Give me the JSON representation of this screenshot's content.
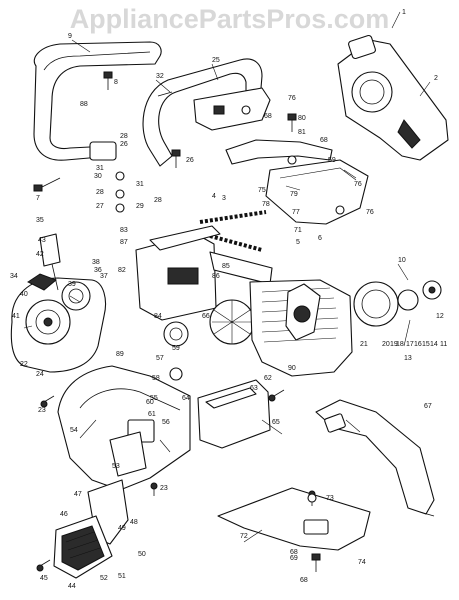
{
  "watermark": "AppliancePartsPros.com",
  "callouts": [
    {
      "id": "c1",
      "text": "1"
    },
    {
      "id": "c2",
      "text": "2"
    },
    {
      "id": "c3",
      "text": "3"
    },
    {
      "id": "c4",
      "text": "4"
    },
    {
      "id": "c5",
      "text": "5"
    },
    {
      "id": "c6",
      "text": "6"
    },
    {
      "id": "c7",
      "text": "7"
    },
    {
      "id": "c8",
      "text": "8"
    },
    {
      "id": "c9",
      "text": "9"
    },
    {
      "id": "c10",
      "text": "10"
    },
    {
      "id": "c11",
      "text": "11"
    },
    {
      "id": "c12",
      "text": "12"
    },
    {
      "id": "c13",
      "text": "13"
    },
    {
      "id": "c14",
      "text": "14"
    },
    {
      "id": "c15",
      "text": "15"
    },
    {
      "id": "c16",
      "text": "16"
    },
    {
      "id": "c17",
      "text": "17"
    },
    {
      "id": "c18",
      "text": "18"
    },
    {
      "id": "c19",
      "text": "19"
    },
    {
      "id": "c20",
      "text": "20"
    },
    {
      "id": "c21",
      "text": "21"
    },
    {
      "id": "c22",
      "text": "22"
    },
    {
      "id": "c23a",
      "text": "23"
    },
    {
      "id": "c23b",
      "text": "23"
    },
    {
      "id": "c24",
      "text": "24"
    },
    {
      "id": "c25",
      "text": "25"
    },
    {
      "id": "c26a",
      "text": "26"
    },
    {
      "id": "c26b",
      "text": "26"
    },
    {
      "id": "c27",
      "text": "27"
    },
    {
      "id": "c28a",
      "text": "28"
    },
    {
      "id": "c28b",
      "text": "28"
    },
    {
      "id": "c28c",
      "text": "28"
    },
    {
      "id": "c29",
      "text": "29"
    },
    {
      "id": "c30",
      "text": "30"
    },
    {
      "id": "c31a",
      "text": "31"
    },
    {
      "id": "c31b",
      "text": "31"
    },
    {
      "id": "c32",
      "text": "32"
    },
    {
      "id": "c34",
      "text": "34"
    },
    {
      "id": "c35",
      "text": "35"
    },
    {
      "id": "c36",
      "text": "36"
    },
    {
      "id": "c37",
      "text": "37"
    },
    {
      "id": "c38",
      "text": "38"
    },
    {
      "id": "c39",
      "text": "39"
    },
    {
      "id": "c40",
      "text": "40"
    },
    {
      "id": "c41",
      "text": "41"
    },
    {
      "id": "c42",
      "text": "42"
    },
    {
      "id": "c43",
      "text": "43"
    },
    {
      "id": "c44",
      "text": "44"
    },
    {
      "id": "c45",
      "text": "45"
    },
    {
      "id": "c46",
      "text": "46"
    },
    {
      "id": "c47",
      "text": "47"
    },
    {
      "id": "c48",
      "text": "48"
    },
    {
      "id": "c49",
      "text": "49"
    },
    {
      "id": "c50",
      "text": "50"
    },
    {
      "id": "c51",
      "text": "51"
    },
    {
      "id": "c52",
      "text": "52"
    },
    {
      "id": "c53",
      "text": "53"
    },
    {
      "id": "c54",
      "text": "54"
    },
    {
      "id": "c55",
      "text": "55"
    },
    {
      "id": "c56",
      "text": "56"
    },
    {
      "id": "c57",
      "text": "57"
    },
    {
      "id": "c58",
      "text": "58"
    },
    {
      "id": "c59a",
      "text": "59"
    },
    {
      "id": "c59b",
      "text": "59"
    },
    {
      "id": "c60",
      "text": "60"
    },
    {
      "id": "c61",
      "text": "61"
    },
    {
      "id": "c62",
      "text": "62"
    },
    {
      "id": "c63",
      "text": "63"
    },
    {
      "id": "c64",
      "text": "64"
    },
    {
      "id": "c65",
      "text": "65"
    },
    {
      "id": "c66",
      "text": "66"
    },
    {
      "id": "c67",
      "text": "67"
    },
    {
      "id": "c68a",
      "text": "68"
    },
    {
      "id": "c68b",
      "text": "68"
    },
    {
      "id": "c68c",
      "text": "68"
    },
    {
      "id": "c68d",
      "text": "68"
    },
    {
      "id": "c69",
      "text": "69"
    },
    {
      "id": "c71",
      "text": "71"
    },
    {
      "id": "c72",
      "text": "72"
    },
    {
      "id": "c73",
      "text": "73"
    },
    {
      "id": "c74",
      "text": "74"
    },
    {
      "id": "c75",
      "text": "75"
    },
    {
      "id": "c76a",
      "text": "76"
    },
    {
      "id": "c76b",
      "text": "76"
    },
    {
      "id": "c76c",
      "text": "76"
    },
    {
      "id": "c77",
      "text": "77"
    },
    {
      "id": "c78",
      "text": "78"
    },
    {
      "id": "c79",
      "text": "79"
    },
    {
      "id": "c80",
      "text": "80"
    },
    {
      "id": "c81",
      "text": "81"
    },
    {
      "id": "c82",
      "text": "82"
    },
    {
      "id": "c83",
      "text": "83"
    },
    {
      "id": "c84",
      "text": "84"
    },
    {
      "id": "c85",
      "text": "85"
    },
    {
      "id": "c86",
      "text": "86"
    },
    {
      "id": "c87",
      "text": "87"
    },
    {
      "id": "c88",
      "text": "88"
    },
    {
      "id": "c89",
      "text": "89"
    },
    {
      "id": "c90",
      "text": "90"
    }
  ]
}
